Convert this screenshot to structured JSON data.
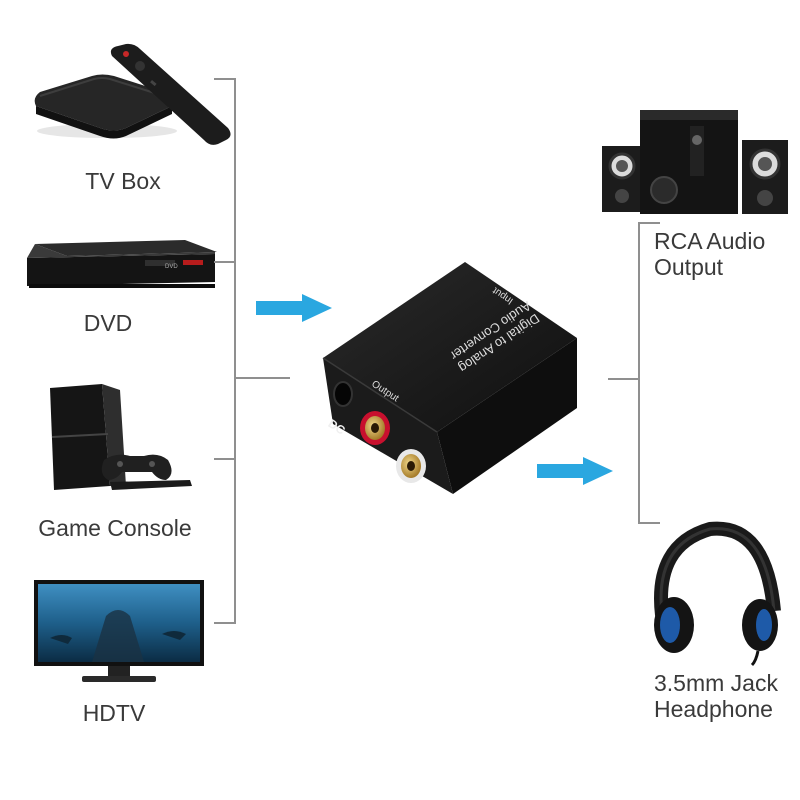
{
  "sources": [
    {
      "label": "TV Box",
      "icon": "tv-box-icon"
    },
    {
      "label": "DVD",
      "icon": "dvd-player-icon"
    },
    {
      "label": "Game Console",
      "icon": "game-console-icon"
    },
    {
      "label": "HDTV",
      "icon": "hdtv-icon"
    }
  ],
  "outputs": [
    {
      "label_line1": "RCA Audio",
      "label_line2": "Output",
      "icon": "speakers-icon"
    },
    {
      "label_line1": "3.5mm Jack",
      "label_line2": "Headphone",
      "icon": "headphone-icon"
    }
  ],
  "converter": {
    "top_title_line1": "Digital to Analog",
    "top_title_line2": "Audio Converter",
    "input_label": "Input",
    "output_label": "Output",
    "dc_label": "DC"
  },
  "colors": {
    "arrow": "#2aa7e0",
    "line": "#8f8f8f",
    "device": "#1a1a1a",
    "rca_red": "#c8102e",
    "rca_white": "#e8e8e8",
    "gold": "#c9a24a"
  }
}
